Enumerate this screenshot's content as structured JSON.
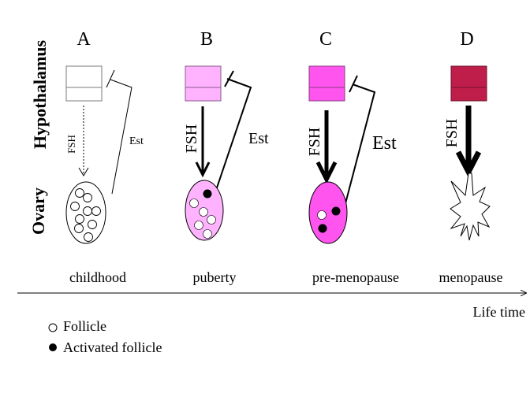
{
  "row_labels": {
    "hypothalamus": "Hypothalamus",
    "ovary": "Ovary"
  },
  "stages": [
    {
      "letter": "A",
      "name": "childhood",
      "hypothalamus_color": "#ffffff",
      "box_stroke": "#7a7a7a",
      "ovary_color": "#ffffff",
      "fsh_label": "FSH",
      "fsh_strength": "weak (dotted)",
      "est_label": "Est",
      "follicles": 10,
      "activated_follicles": 0
    },
    {
      "letter": "B",
      "name": "puberty",
      "hypothalamus_color": "#ffb3ff",
      "box_stroke": "#8a5a8a",
      "ovary_color": "#ffb3ff",
      "fsh_label": "FSH",
      "fsh_strength": "normal",
      "est_label": "Est",
      "follicles": 5,
      "activated_follicles": 1
    },
    {
      "letter": "C",
      "name": "pre-menopause",
      "hypothalamus_color": "#ff55ee",
      "box_stroke": "#8a3a80",
      "ovary_color": "#ff55ee",
      "fsh_label": "FSH",
      "fsh_strength": "strong",
      "est_label": "Est",
      "follicles": 1,
      "activated_follicles": 2
    },
    {
      "letter": "D",
      "name": "menopause",
      "hypothalamus_color": "#bf1e4b",
      "box_stroke": "#6e1028",
      "ovary_color": "#ffffff",
      "fsh_label": "FSH",
      "fsh_strength": "very strong",
      "est_label": "",
      "follicles": 0,
      "activated_follicles": 0
    }
  ],
  "timeline": {
    "label": "Life time"
  },
  "legend": [
    {
      "symbol": "open-circle",
      "label": "Follicle"
    },
    {
      "symbol": "filled-circle",
      "label": "Activated follicle"
    }
  ]
}
